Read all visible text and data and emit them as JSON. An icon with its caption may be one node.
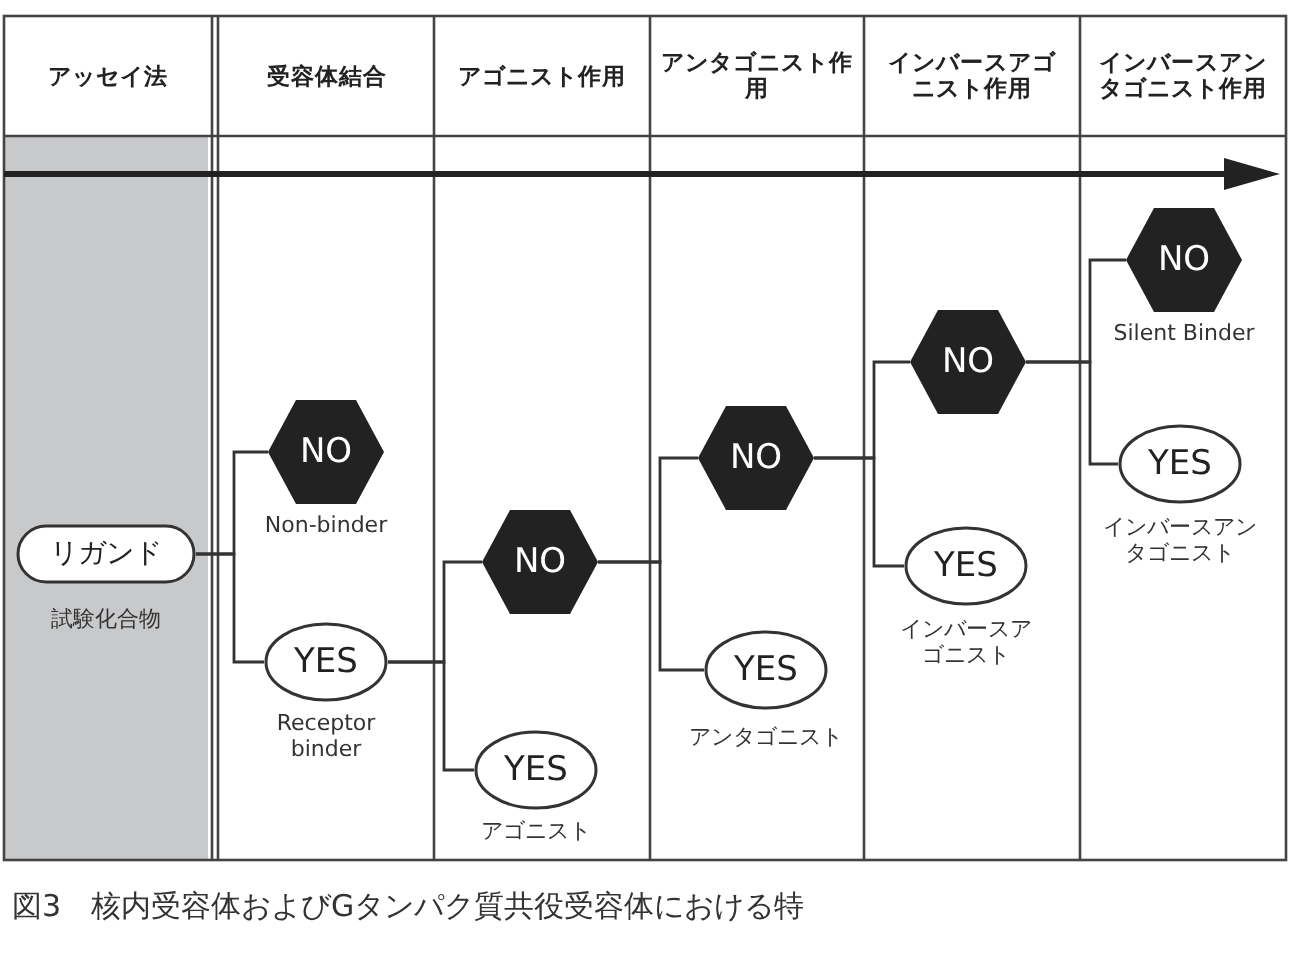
{
  "diagram": {
    "caption": "図3　核内受容体およびGタンパク質共役受容体における特",
    "nodes": [
      {
        "text": [
          "リガンド"
        ],
        "beside": [
          "試験化合物"
        ]
      },
      {
        "text": [
          "NO"
        ],
        "beside": [
          "Non-binder"
        ]
      },
      {
        "text": [
          "YES"
        ],
        "beside": [
          "Receptor binder"
        ]
      },
      {
        "text": [
          "NO"
        ]
      },
      {
        "text": [
          "YES"
        ],
        "beside": [
          "アゴニスト"
        ]
      },
      {
        "text": [
          "NO"
        ]
      },
      {
        "text": [
          "YES"
        ],
        "beside": [
          "アンタゴニスト"
        ]
      },
      {
        "text": [
          "NO"
        ]
      },
      {
        "text": [
          "YES"
        ],
        "beside": [
          "インバースアゴニスト"
        ]
      },
      {
        "text": [
          "NO"
        ],
        "beside": [
          "Silent Binder"
        ]
      },
      {
        "text": [
          "YES"
        ],
        "beside": [
          "インバースアンタゴニスト"
        ]
      }
    ],
    "edges": [
      {
        "from": 0,
        "to": 1,
        "arrow": "none"
      },
      {
        "from": 0,
        "to": 2,
        "arrow": "none"
      },
      {
        "from": 2,
        "to": 3,
        "arrow": "none"
      },
      {
        "from": 2,
        "to": 4,
        "arrow": "none"
      },
      {
        "from": 3,
        "to": 5,
        "arrow": "none"
      },
      {
        "from": 3,
        "to": 6,
        "arrow": "none"
      },
      {
        "from": 5,
        "to": 7,
        "arrow": "none"
      },
      {
        "from": 5,
        "to": 8,
        "arrow": "none"
      },
      {
        "from": 7,
        "to": 9,
        "arrow": "none"
      },
      {
        "from": 7,
        "to": 10,
        "arrow": "none"
      }
    ],
    "labels": [
      "アッセイ法",
      "受容体結合",
      "アゴニスト作用",
      "アンタゴニスト作用",
      "インバースアゴニスト作用",
      "インバースアンタゴニスト作用"
    ]
  }
}
